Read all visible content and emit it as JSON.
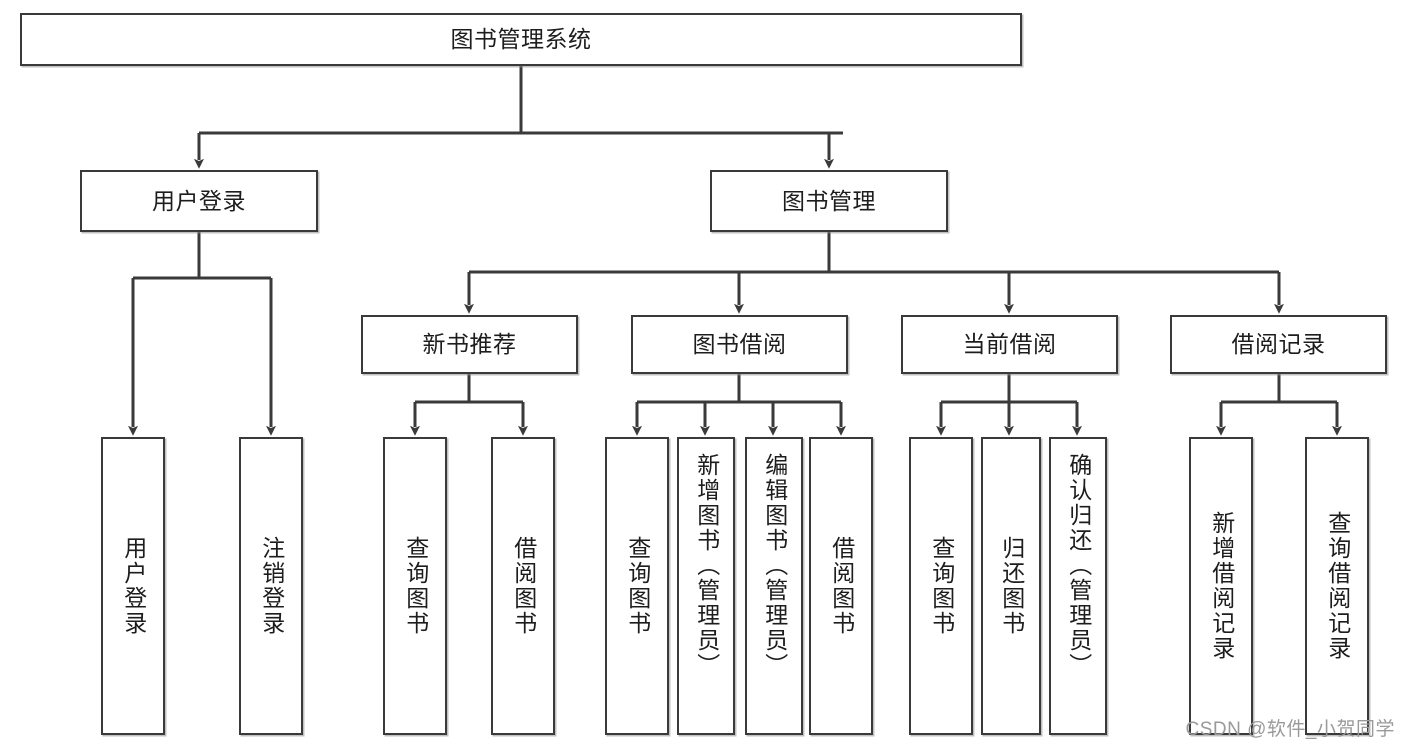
{
  "diagram": {
    "type": "functional-structure-tree",
    "title": "图书管理系统",
    "colors": {
      "box_border": "#3a3a3a",
      "box_fill": "#ffffff",
      "edge": "#3a3a3a",
      "text": "#1d1d1d",
      "watermark": "#9a9a9a",
      "background": "#ffffff"
    },
    "root": {
      "label": "图书管理系统",
      "orientation": "horizontal"
    },
    "level1": [
      {
        "label": "用户登录",
        "orientation": "horizontal"
      },
      {
        "label": "图书管理",
        "orientation": "horizontal"
      }
    ],
    "level2": [
      {
        "label": "新书推荐",
        "orientation": "horizontal"
      },
      {
        "label": "图书借阅",
        "orientation": "horizontal"
      },
      {
        "label": "当前借阅",
        "orientation": "horizontal"
      },
      {
        "label": "借阅记录",
        "orientation": "horizontal"
      }
    ],
    "leaves": {
      "user_login": [
        {
          "label": "用户登录",
          "orientation": "vertical"
        },
        {
          "label": "注销登录",
          "orientation": "vertical"
        }
      ],
      "new_book_recommend": [
        {
          "label": "查询图书",
          "orientation": "vertical"
        },
        {
          "label": "借阅图书",
          "orientation": "vertical"
        }
      ],
      "book_borrow": [
        {
          "label": "查询图书",
          "orientation": "vertical"
        },
        {
          "label": "新增图书（管理员）",
          "orientation": "vertical"
        },
        {
          "label": "编辑图书（管理员）",
          "orientation": "vertical"
        },
        {
          "label": "借阅图书",
          "orientation": "vertical"
        }
      ],
      "current_borrow": [
        {
          "label": "查询图书",
          "orientation": "vertical"
        },
        {
          "label": "归还图书",
          "orientation": "vertical"
        },
        {
          "label": "确认归还（管理员）",
          "orientation": "vertical"
        }
      ],
      "borrow_record": [
        {
          "label": "新增借阅记录",
          "orientation": "vertical"
        },
        {
          "label": "查询借阅记录",
          "orientation": "vertical"
        }
      ]
    }
  },
  "watermark": {
    "text": "CSDN @软件_小贺同学"
  }
}
